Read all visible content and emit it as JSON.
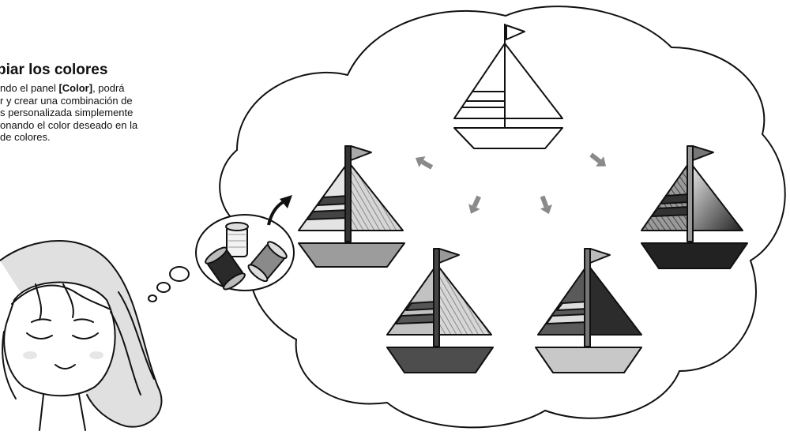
{
  "heading": "biar los colores",
  "paragraph": {
    "line1_pre": "ndo el panel ",
    "line1_bold": "[Color]",
    "line1_post": ", podrá",
    "line2": "r y crear una combinación de",
    "line3": "s personalizada simplemente",
    "line4": "onando el color deseado en la",
    "line5": "de colores."
  },
  "illustration": {
    "outline_color": "#111111",
    "arrow_color": "#8a8a8a",
    "boats": [
      {
        "name": "original",
        "sail_left": "#ffffff",
        "sail_right": "#ffffff",
        "hull": "#ffffff"
      },
      {
        "name": "variant-light",
        "sail_left": "#e4e4e4",
        "sail_right": "#cfcfcf",
        "hull": "#9c9c9c"
      },
      {
        "name": "variant-dark-right",
        "sail_left": "#bdbdbd",
        "sail_right": "#6e6e6e",
        "hull": "#222222"
      },
      {
        "name": "variant-mid",
        "sail_left": "#c2c2c2",
        "sail_right": "#a0a0a0",
        "hull": "#4d4d4d"
      },
      {
        "name": "variant-dark",
        "sail_left": "#5a5a5a",
        "sail_right": "#2c2c2c",
        "hull": "#c8c8c8"
      }
    ]
  }
}
